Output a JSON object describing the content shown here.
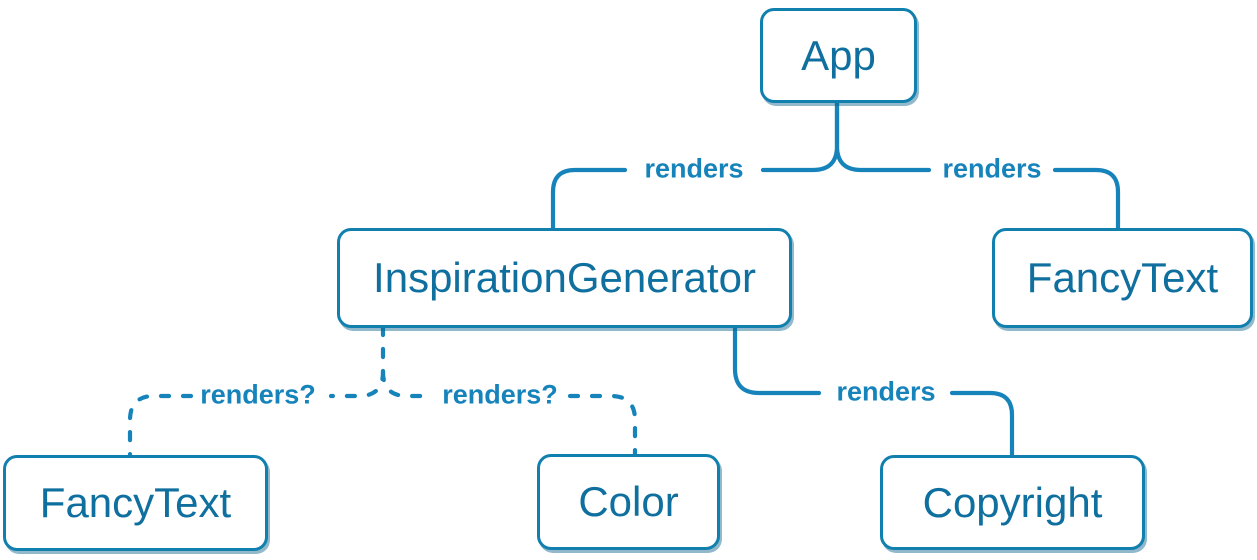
{
  "diagram": {
    "nodes": [
      {
        "id": "app",
        "label": "App"
      },
      {
        "id": "inspiration-generator",
        "label": "InspirationGenerator"
      },
      {
        "id": "fancy-text-top",
        "label": "FancyText"
      },
      {
        "id": "fancy-text-bottom",
        "label": "FancyText"
      },
      {
        "id": "color",
        "label": "Color"
      },
      {
        "id": "copyright",
        "label": "Copyright"
      }
    ],
    "edges": [
      {
        "from": "App",
        "to": "InspirationGenerator",
        "label": "renders",
        "style": "solid"
      },
      {
        "from": "App",
        "to": "FancyText",
        "label": "renders",
        "style": "solid"
      },
      {
        "from": "InspirationGenerator",
        "to": "FancyText",
        "label": "renders?",
        "style": "dashed"
      },
      {
        "from": "InspirationGenerator",
        "to": "Color",
        "label": "renders?",
        "style": "dashed"
      },
      {
        "from": "InspirationGenerator",
        "to": "Copyright",
        "label": "renders",
        "style": "solid"
      }
    ],
    "colors": {
      "background": "#ffffff",
      "node_fill": "#ffffff",
      "node_border": "#1180ae",
      "node_text": "#0f6f9e",
      "node_shadow": "rgba(10,100,140,0.45)",
      "connector": "#1683bb"
    }
  }
}
